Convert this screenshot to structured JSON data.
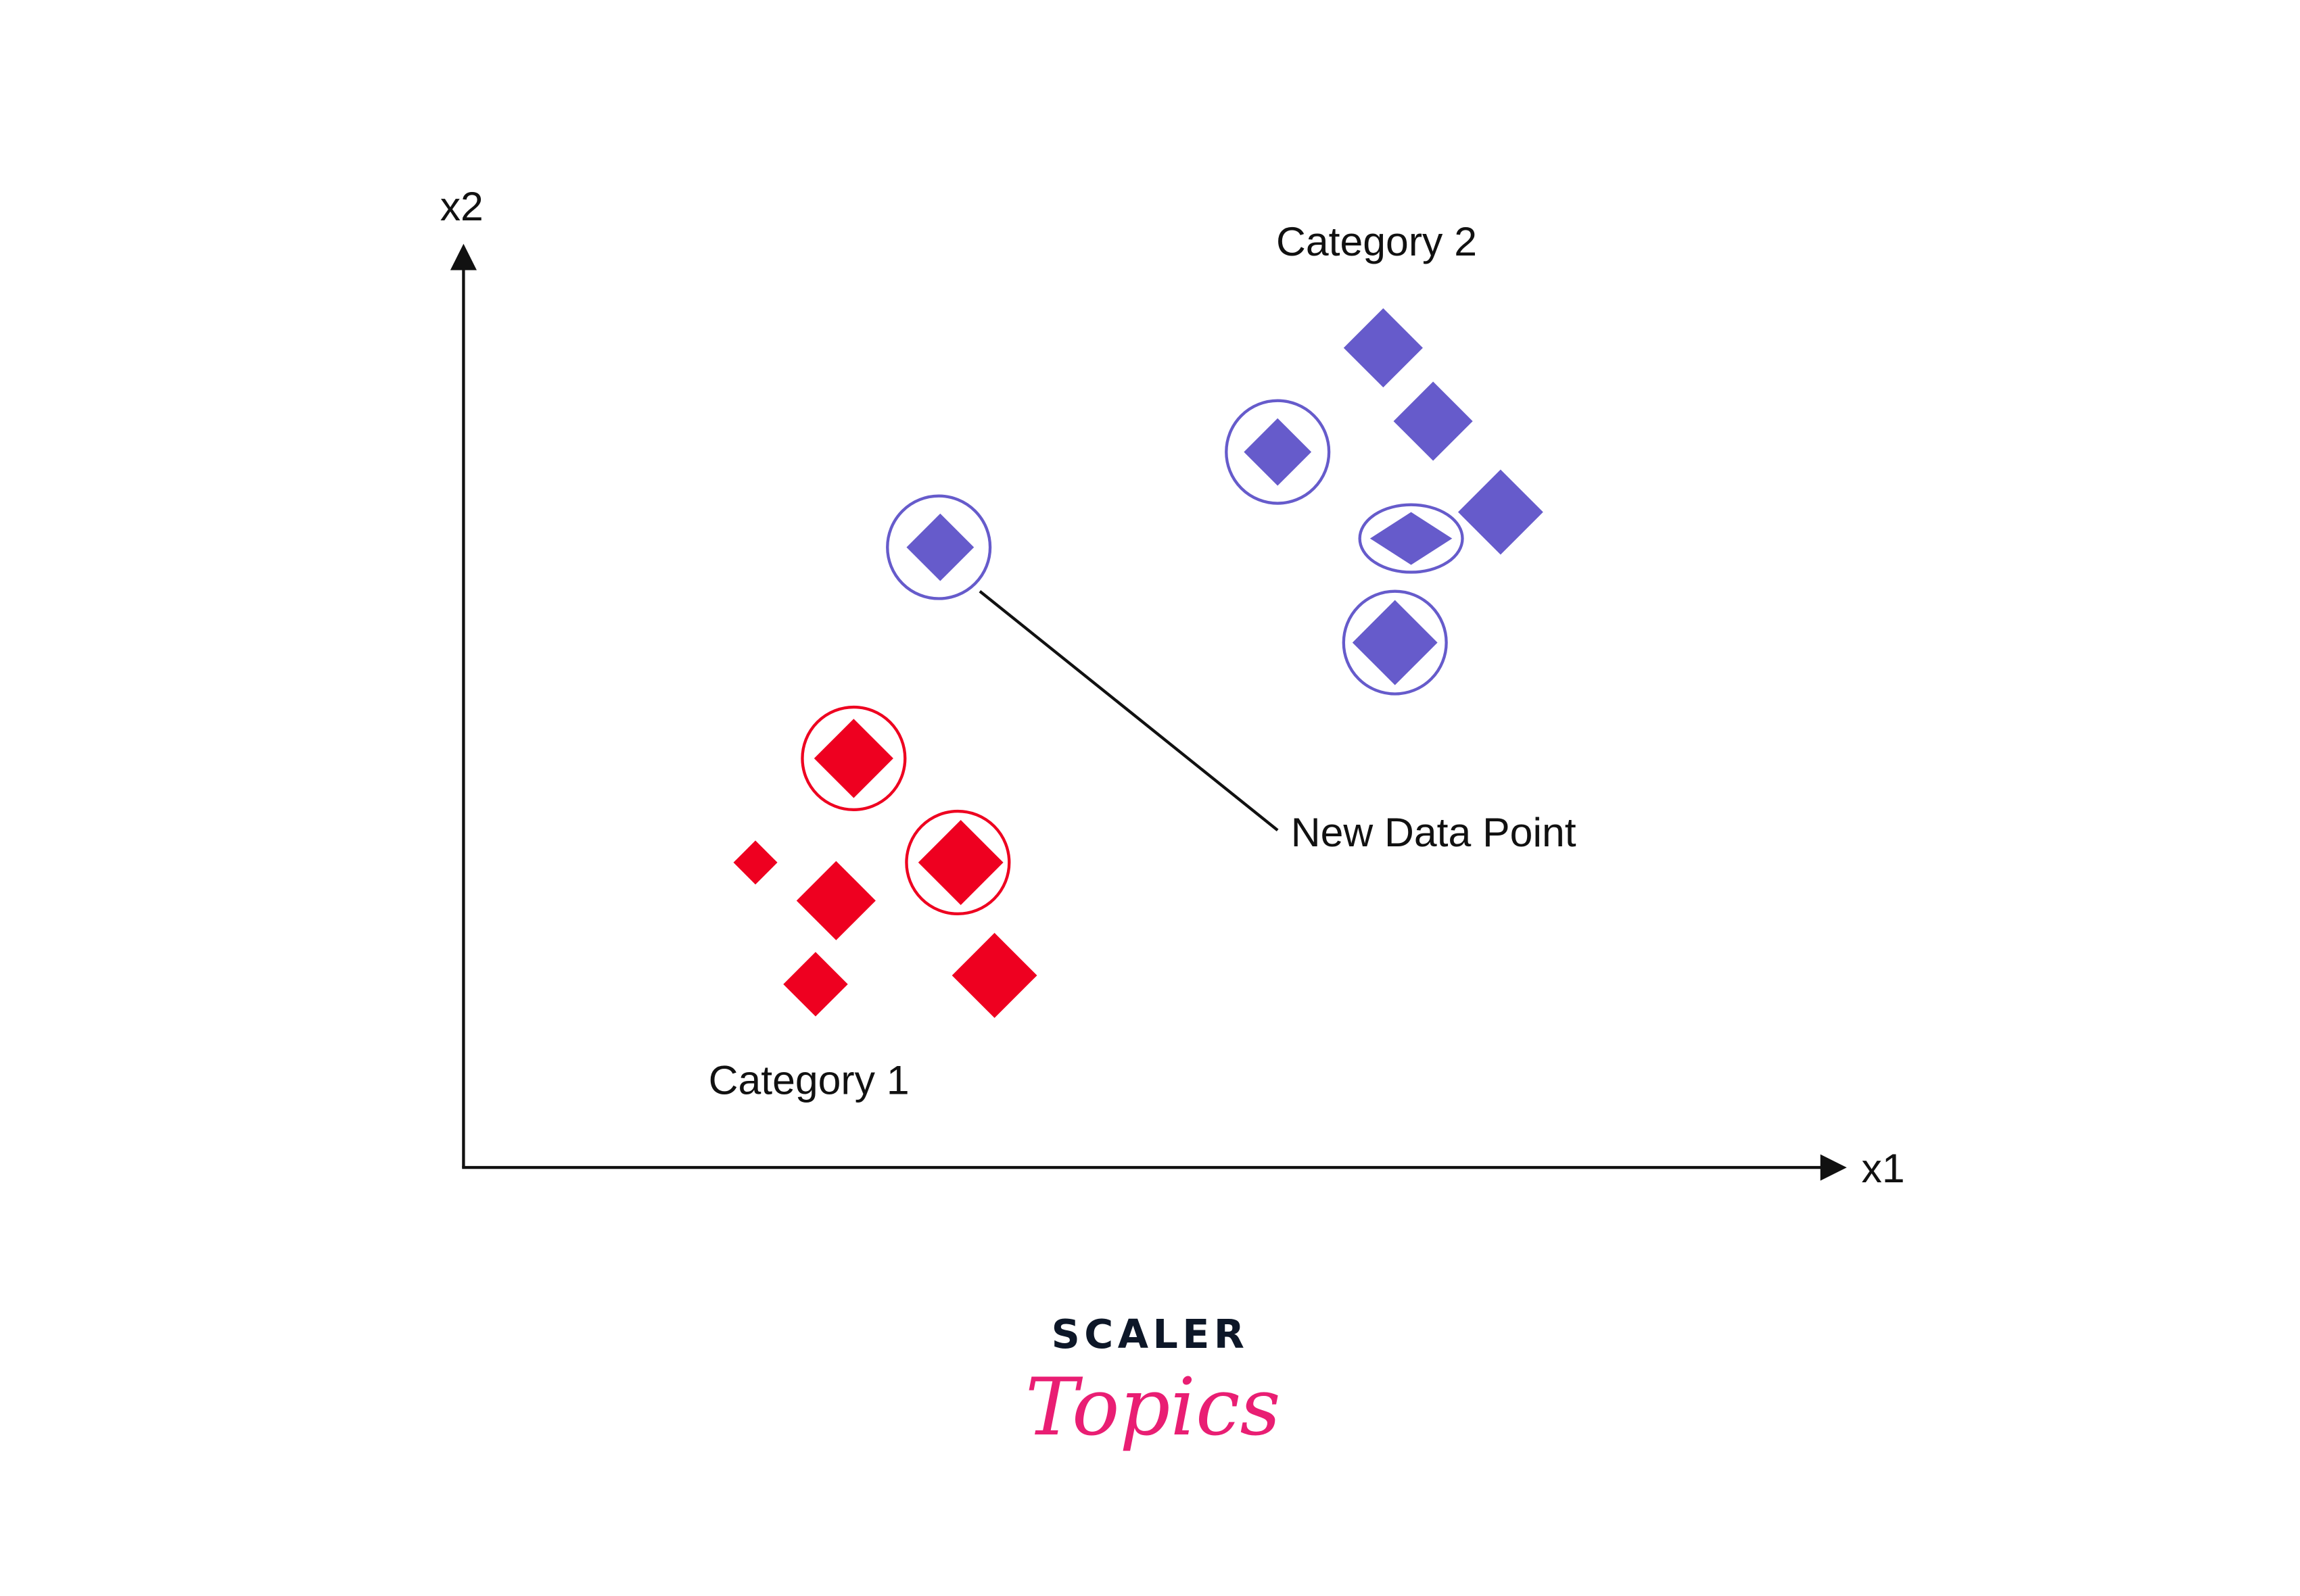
{
  "diagram": {
    "x_axis_label": "x1",
    "y_axis_label": "x2",
    "category_1_label": "Category 1",
    "category_2_label": "Category 2",
    "new_point_label": "New Data Point",
    "colors": {
      "category_1": "#ee0020",
      "category_2": "#665bcb",
      "axis": "#111111"
    }
  },
  "logo": {
    "line1": "SCALER",
    "line2": "Topics",
    "colors": {
      "line1": "#0d1728",
      "line2": "#e91e73"
    }
  }
}
